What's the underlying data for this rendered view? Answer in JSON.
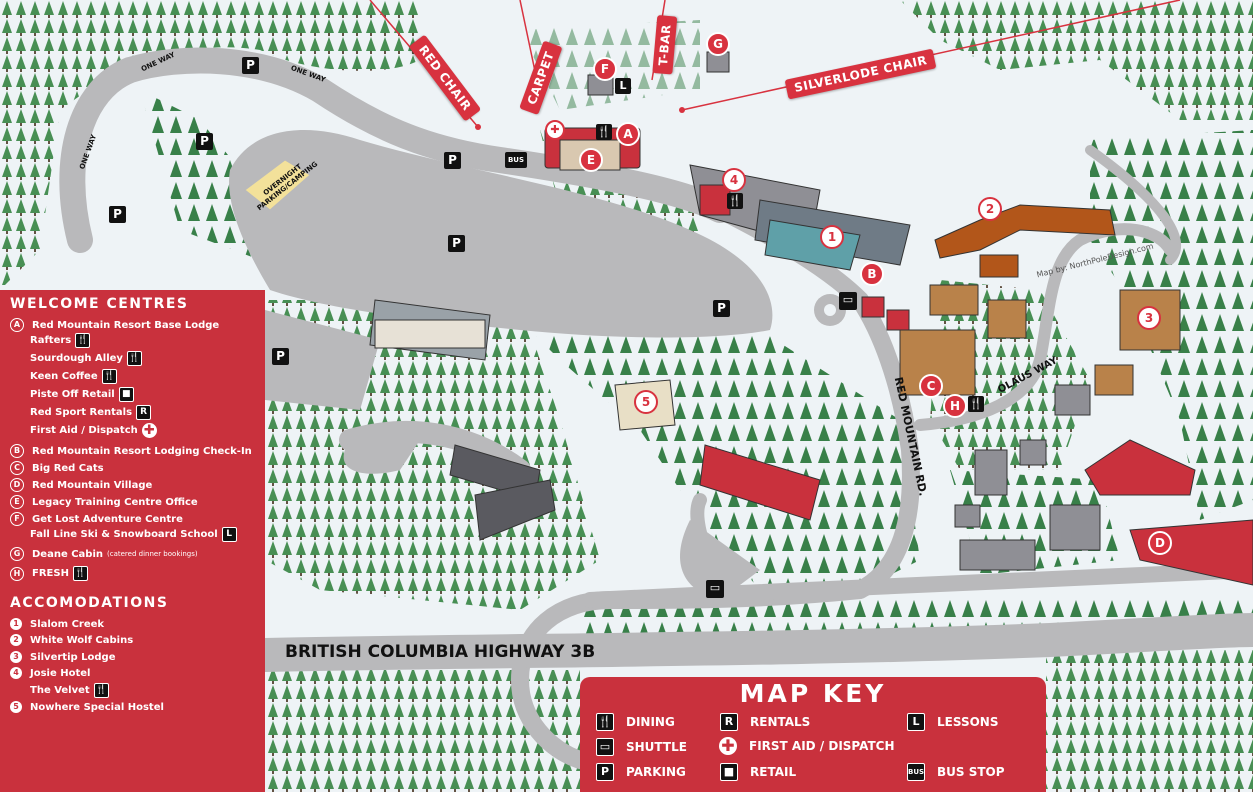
{
  "lifts": {
    "red_chair": "RED CHAIR",
    "carpet": "CARPET",
    "tbar": "T-BAR",
    "silverlode": "SILVERLODE CHAIR"
  },
  "roads": {
    "highway": "BRITISH COLUMBIA HIGHWAY 3B",
    "red_mountain_rd": "RED MOUNTAIN RD.",
    "olaus_way": "OLAUS WAY",
    "one_way": "ONE WAY",
    "overnight": "OVERNIGHT PARKING/CAMPING"
  },
  "markers": {
    "parking": "P",
    "bus": "BUS",
    "lessons": "L",
    "letters": [
      "A",
      "B",
      "C",
      "D",
      "E",
      "F",
      "G",
      "H"
    ],
    "numbers": [
      "1",
      "2",
      "3",
      "4",
      "5"
    ]
  },
  "credit": "Map by: NorthPoleDesign.com",
  "welcome": {
    "title": "WELCOME CENTRES",
    "items": [
      {
        "code": "A",
        "label": "Red Mountain Resort Base Lodge"
      },
      {
        "code": "",
        "label": "Rafters"
      },
      {
        "code": "",
        "label": "Sourdough Alley"
      },
      {
        "code": "",
        "label": "Keen Coffee"
      },
      {
        "code": "",
        "label": "Piste Off Retail"
      },
      {
        "code": "",
        "label": "Red Sport Rentals"
      },
      {
        "code": "",
        "label": "First Aid / Dispatch"
      },
      {
        "code": "B",
        "label": "Red Mountain Resort Lodging Check-In"
      },
      {
        "code": "C",
        "label": "Big Red Cats"
      },
      {
        "code": "D",
        "label": "Red Mountain Village"
      },
      {
        "code": "E",
        "label": "Legacy Training Centre Office"
      },
      {
        "code": "F",
        "label": "Get Lost Adventure Centre"
      },
      {
        "code": "",
        "label": "Fall Line Ski & Snowboard School"
      },
      {
        "code": "G",
        "label": "Deane Cabin",
        "note": "(catered dinner bookings)"
      },
      {
        "code": "H",
        "label": "FRESH"
      }
    ]
  },
  "accomodations": {
    "title": "ACCOMODATIONS",
    "items": [
      {
        "code": "1",
        "label": "Slalom Creek"
      },
      {
        "code": "2",
        "label": "White Wolf Cabins"
      },
      {
        "code": "3",
        "label": "Silvertip Lodge"
      },
      {
        "code": "4",
        "label": "Josie Hotel"
      },
      {
        "code": "",
        "label": "The Velvet"
      },
      {
        "code": "5",
        "label": "Nowhere Special Hostel"
      }
    ]
  },
  "map_key": {
    "title": "MAP KEY",
    "items": [
      {
        "icon": "dining-icon",
        "glyph": "🍴",
        "label": "DINING"
      },
      {
        "icon": "rentals-icon",
        "glyph": "R",
        "label": "RENTALS"
      },
      {
        "icon": "lessons-icon",
        "glyph": "L",
        "label": "LESSONS"
      },
      {
        "icon": "shuttle-icon",
        "glyph": "▭",
        "label": "SHUTTLE"
      },
      {
        "icon": "first-aid-icon",
        "glyph": "✚",
        "label": "FIRST AID / DISPATCH"
      },
      {
        "icon": "parking-icon",
        "glyph": "P",
        "label": "PARKING"
      },
      {
        "icon": "retail-icon",
        "glyph": "■",
        "label": "RETAIL"
      },
      {
        "icon": "bus-stop-icon",
        "glyph": "BUS",
        "label": "BUS STOP"
      }
    ]
  },
  "colors": {
    "panel_red": "#c9313d",
    "marker_red": "#d8323f",
    "road_grey": "#b9b9bb",
    "snow": "#eef3f6",
    "tree_green": "#3f8a4c"
  }
}
